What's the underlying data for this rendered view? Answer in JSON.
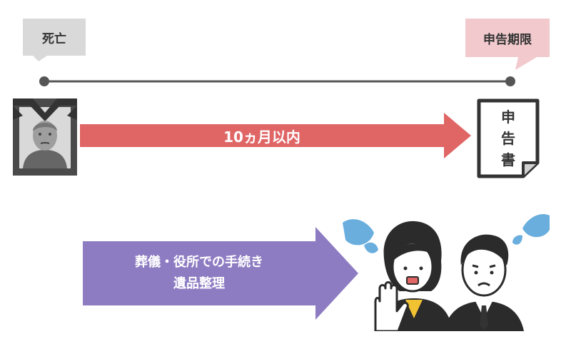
{
  "timeline": {
    "start_label": "死亡",
    "end_label": "申告期限",
    "arrow_label": "10ヵ月以内",
    "start_color": "#d9d9d9",
    "end_color": "#f2c9cd",
    "arrow_color": "#e06666"
  },
  "document": {
    "chars": [
      "申",
      "告",
      "書"
    ]
  },
  "tasks": {
    "line1": "葬儀・役所での手続き",
    "line2": "遺品整理",
    "arrow_color": "#8e7cc3"
  }
}
